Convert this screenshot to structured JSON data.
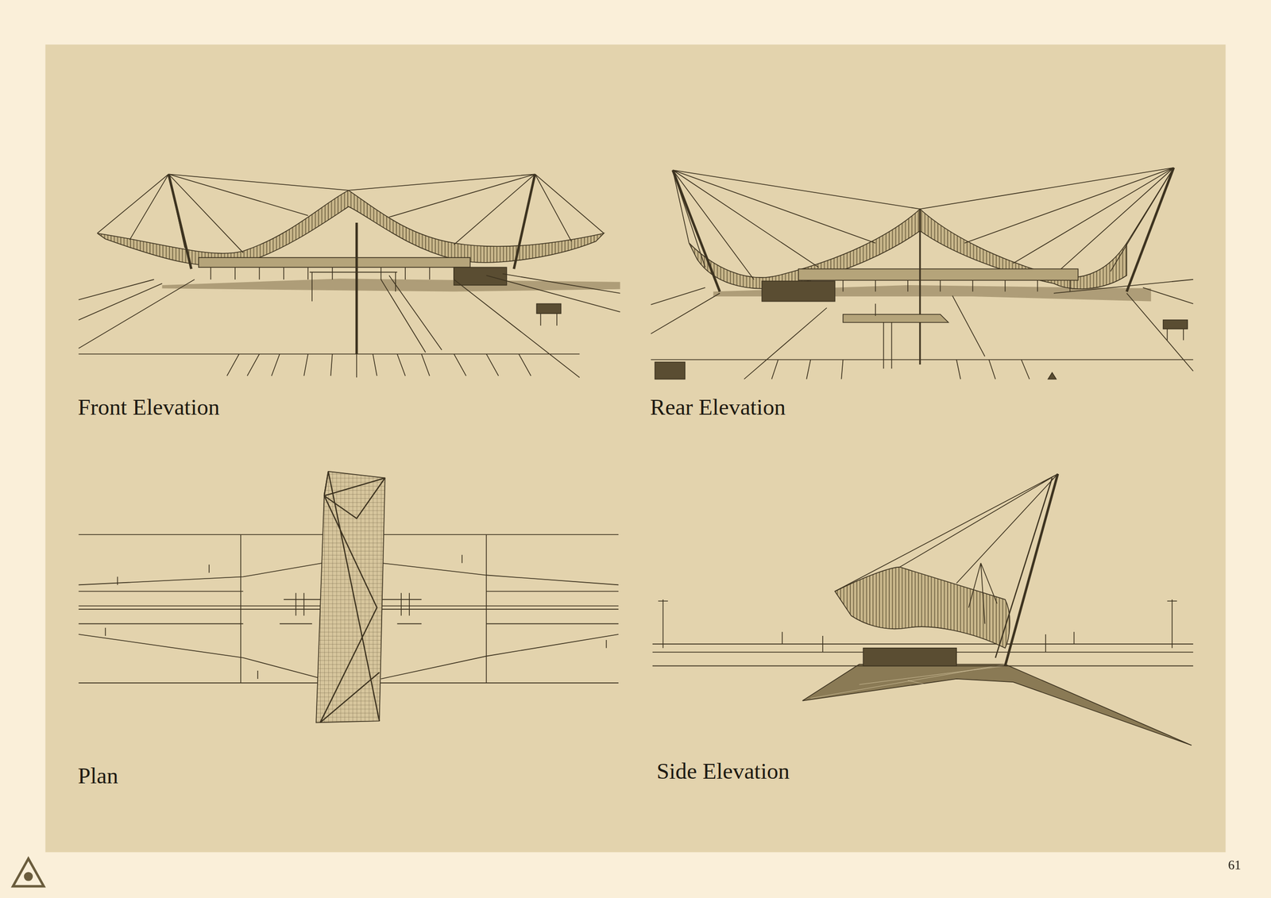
{
  "diagram": {
    "labels": [
      "Front Elevation",
      "Rear Elevation",
      "Plan",
      "Side Elevation",
      "61"
    ]
  }
}
